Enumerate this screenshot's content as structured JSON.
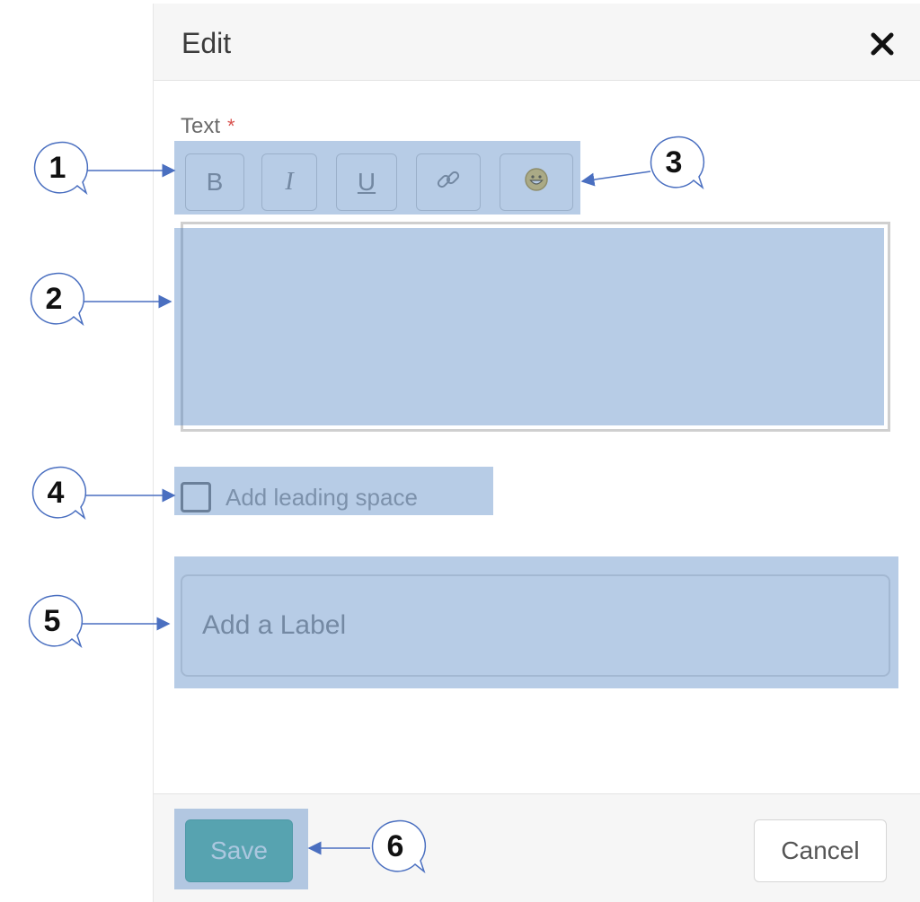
{
  "modal": {
    "title": "Edit",
    "field_label": "Text",
    "required_marker": "*",
    "toolbar": {
      "bold": "B",
      "italic": "I",
      "underline": "U",
      "link_icon": "link-icon",
      "emoji_icon": "emoji-icon",
      "emoji_glyph": "😀"
    },
    "checkbox_label": "Add leading space",
    "label_placeholder": "Add a Label",
    "save_label": "Save",
    "cancel_label": "Cancel"
  },
  "callouts": [
    "1",
    "2",
    "3",
    "4",
    "5",
    "6"
  ],
  "colors": {
    "highlight": "#5486c4",
    "save_button": "#5bb8a3",
    "arrow": "#4a6fc0",
    "required": "#d9534f"
  }
}
